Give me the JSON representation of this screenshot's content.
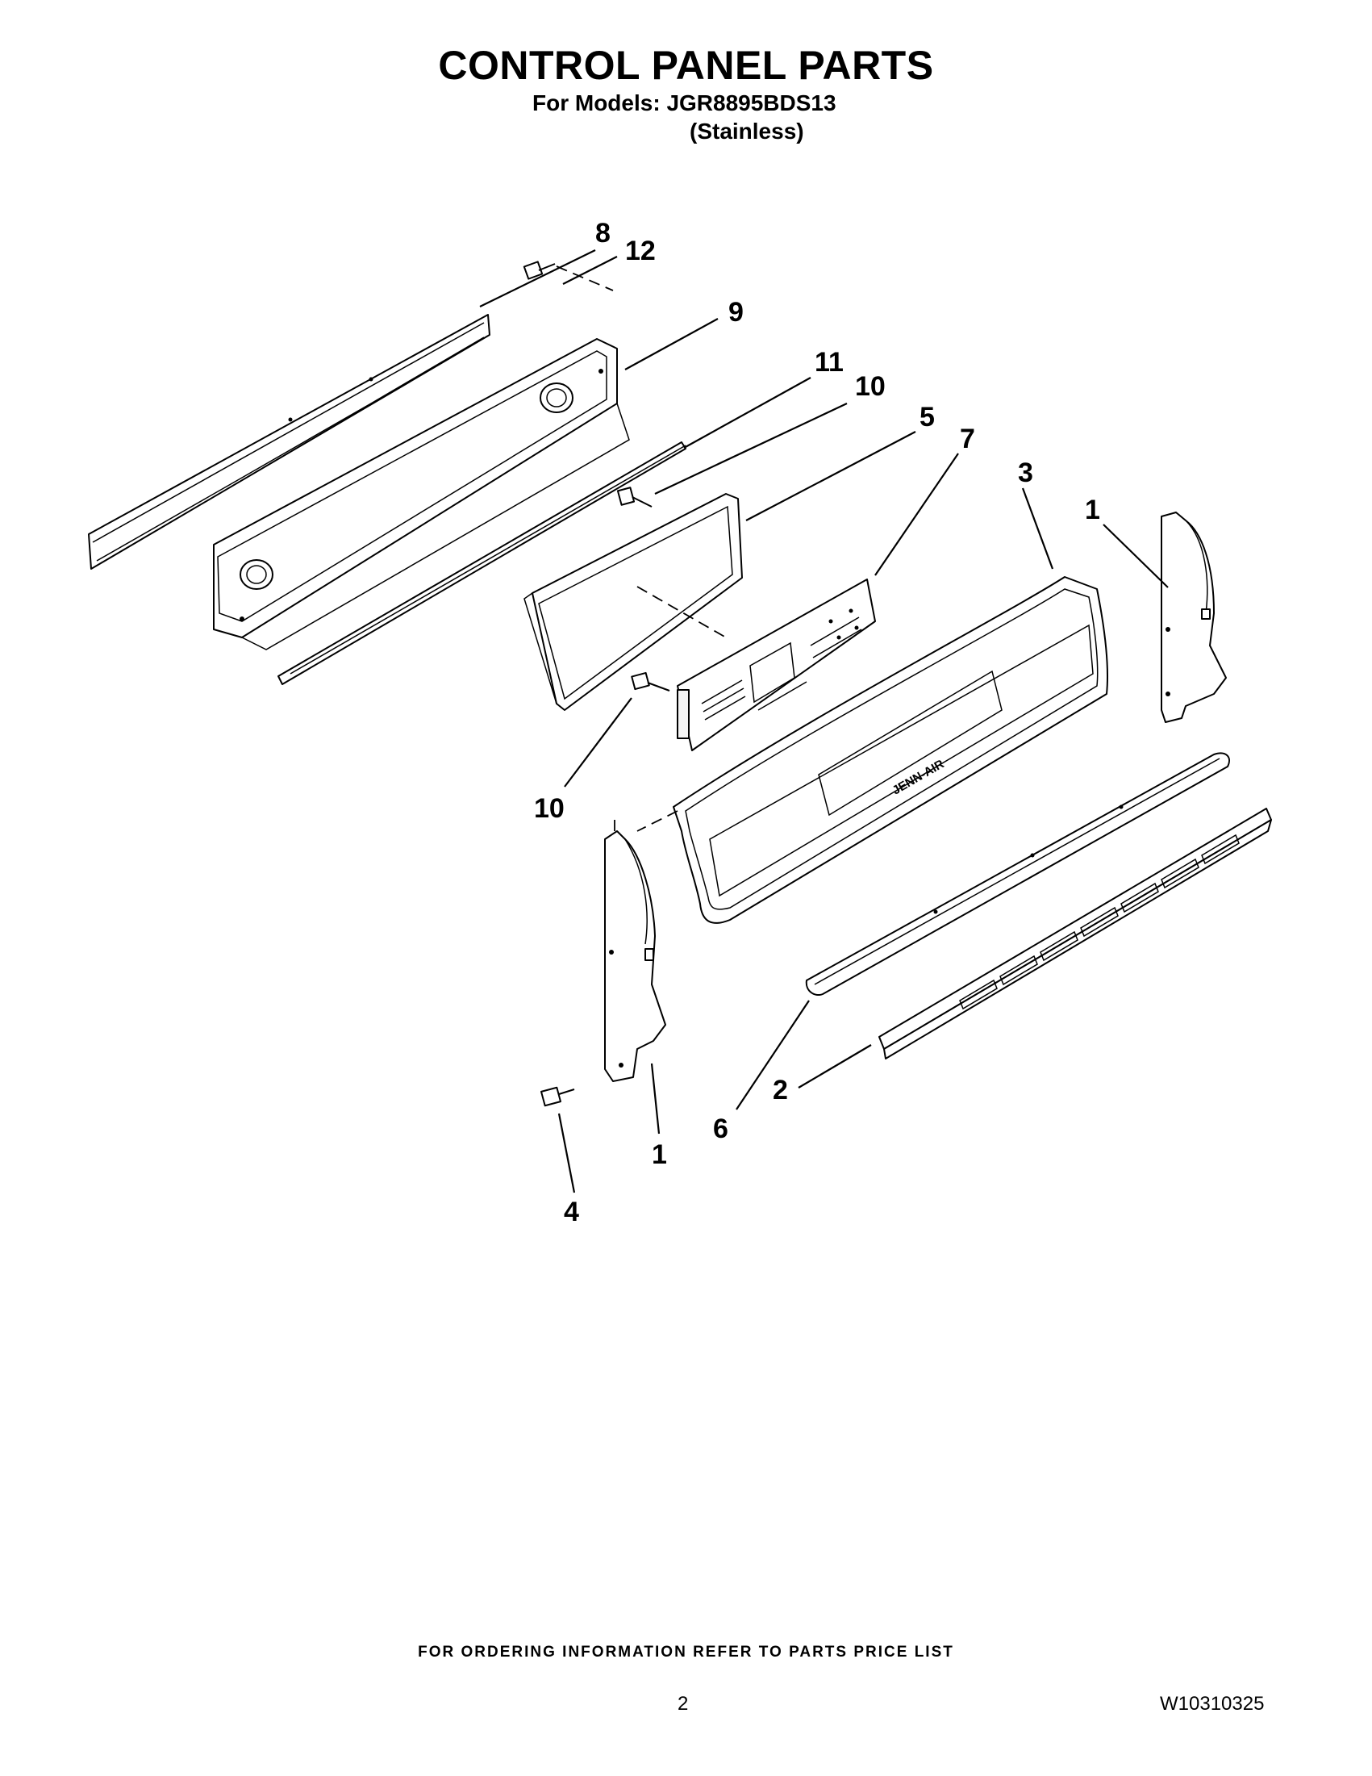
{
  "header": {
    "title": "CONTROL PANEL PARTS",
    "models_line": "For Models: JGR8895BDS13",
    "finish_line": "(Stainless)"
  },
  "diagram": {
    "callouts": [
      {
        "id": "c8",
        "label": "8"
      },
      {
        "id": "c12",
        "label": "12"
      },
      {
        "id": "c9",
        "label": "9"
      },
      {
        "id": "c11",
        "label": "11"
      },
      {
        "id": "c10a",
        "label": "10"
      },
      {
        "id": "c5",
        "label": "5"
      },
      {
        "id": "c7",
        "label": "7"
      },
      {
        "id": "c3",
        "label": "3"
      },
      {
        "id": "c1a",
        "label": "1"
      },
      {
        "id": "c10b",
        "label": "10"
      },
      {
        "id": "c2",
        "label": "2"
      },
      {
        "id": "c6",
        "label": "6"
      },
      {
        "id": "c1b",
        "label": "1"
      },
      {
        "id": "c4",
        "label": "4"
      }
    ],
    "brand_mark": "JENN-AIR"
  },
  "footer": {
    "ordering_note": "FOR ORDERING INFORMATION REFER TO PARTS PRICE LIST",
    "page_number": "2",
    "document_id": "W10310325"
  }
}
